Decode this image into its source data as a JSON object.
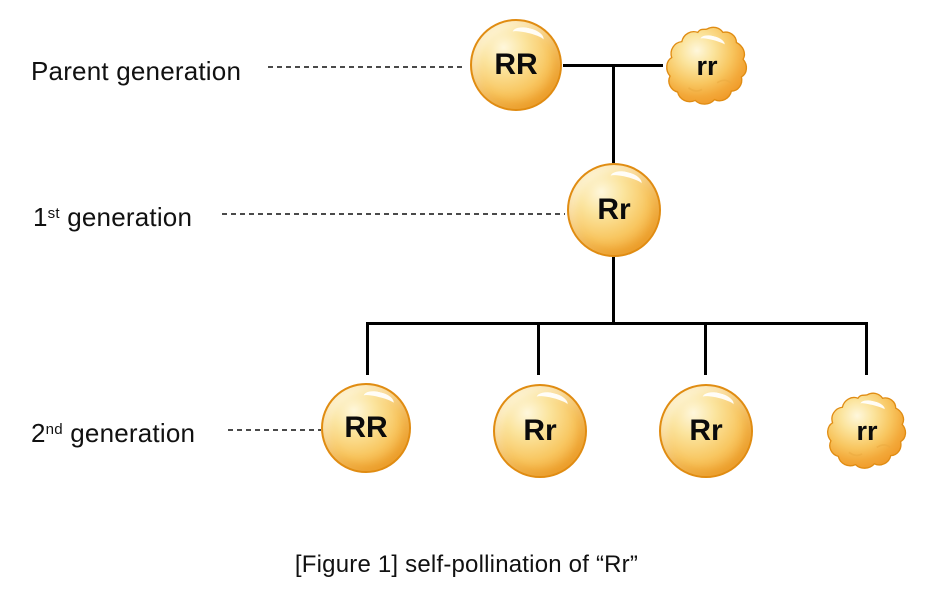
{
  "diagram": {
    "caption": "[Figure 1] self-pollination of “Rr”",
    "rows": {
      "parent": {
        "label": "Parent generation"
      },
      "first": {
        "label_base": "1",
        "label_sup": "st",
        "label_rest": " generation"
      },
      "second": {
        "label_base": "2",
        "label_sup": "nd",
        "label_rest": " generation"
      }
    },
    "peas": {
      "parent_left": "RR",
      "parent_right": "rr",
      "f1": "Rr",
      "f2": [
        "RR",
        "Rr",
        "Rr",
        "rr"
      ]
    },
    "pea_shapes": {
      "parent_left": "round-smooth",
      "parent_right": "wrinkled",
      "f1": "round-smooth",
      "f2": [
        "round-smooth",
        "round-smooth",
        "round-smooth",
        "wrinkled"
      ]
    }
  },
  "colors": {
    "pea_light": "#FEF7DC",
    "pea_soft": "#FBE49D",
    "pea_mid": "#F8C660",
    "pea_deep": "#F3A93A",
    "pea_edge": "#EF9726",
    "pea_rim": "#E08C12",
    "line": "#000000",
    "dash": "#4A4A4A",
    "text": "#111111"
  }
}
